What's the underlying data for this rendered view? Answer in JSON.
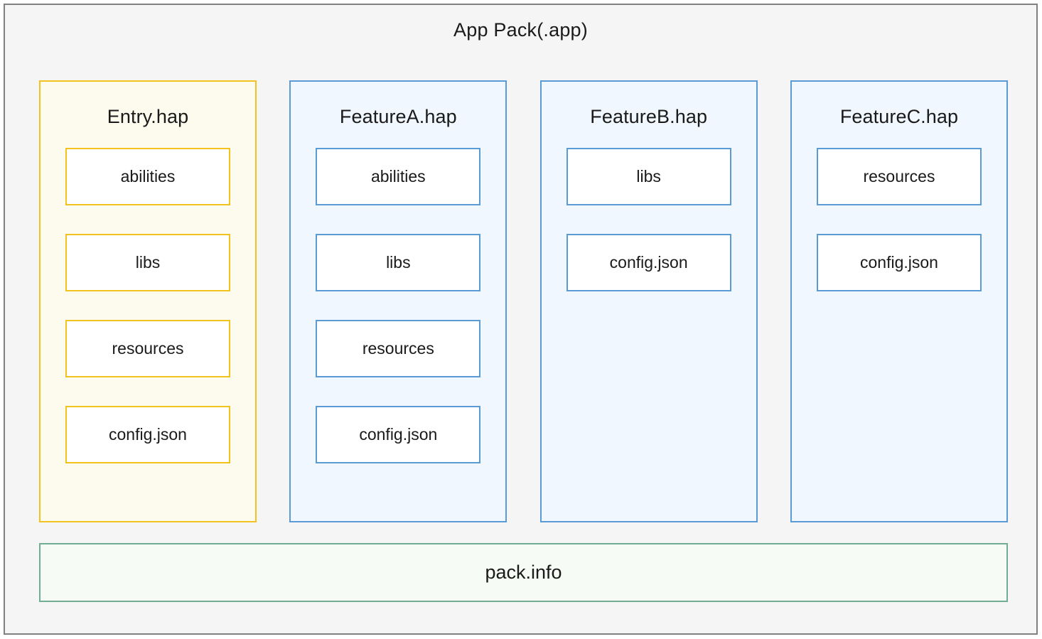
{
  "diagram": {
    "title": "App Pack(.app)",
    "colors": {
      "outer_border": "#808080",
      "outer_background": "#F5F5F5",
      "entry_border": "#F2C31E",
      "entry_background": "#FDFBED",
      "feature_border": "#5B9BD5",
      "feature_background": "#F0F7FE",
      "item_background": "#FFFFFF",
      "packinfo_border": "#70AD94",
      "packinfo_background": "#F7FBF5",
      "text": "#1A1A1A"
    },
    "columns": [
      {
        "title": "Entry.hap",
        "accent": "gold",
        "items": [
          {
            "label": "abilities"
          },
          {
            "label": "libs"
          },
          {
            "label": "resources"
          },
          {
            "label": "config.json"
          }
        ]
      },
      {
        "title": "FeatureA.hap",
        "accent": "blue",
        "items": [
          {
            "label": "abilities"
          },
          {
            "label": "libs"
          },
          {
            "label": "resources"
          },
          {
            "label": "config.json"
          }
        ]
      },
      {
        "title": "FeatureB.hap",
        "accent": "blue",
        "items": [
          {
            "label": "libs"
          },
          {
            "label": "config.json"
          }
        ]
      },
      {
        "title": "FeatureC.hap",
        "accent": "blue",
        "items": [
          {
            "label": "resources"
          },
          {
            "label": "config.json"
          }
        ]
      }
    ],
    "footer": {
      "label": "pack.info"
    }
  }
}
